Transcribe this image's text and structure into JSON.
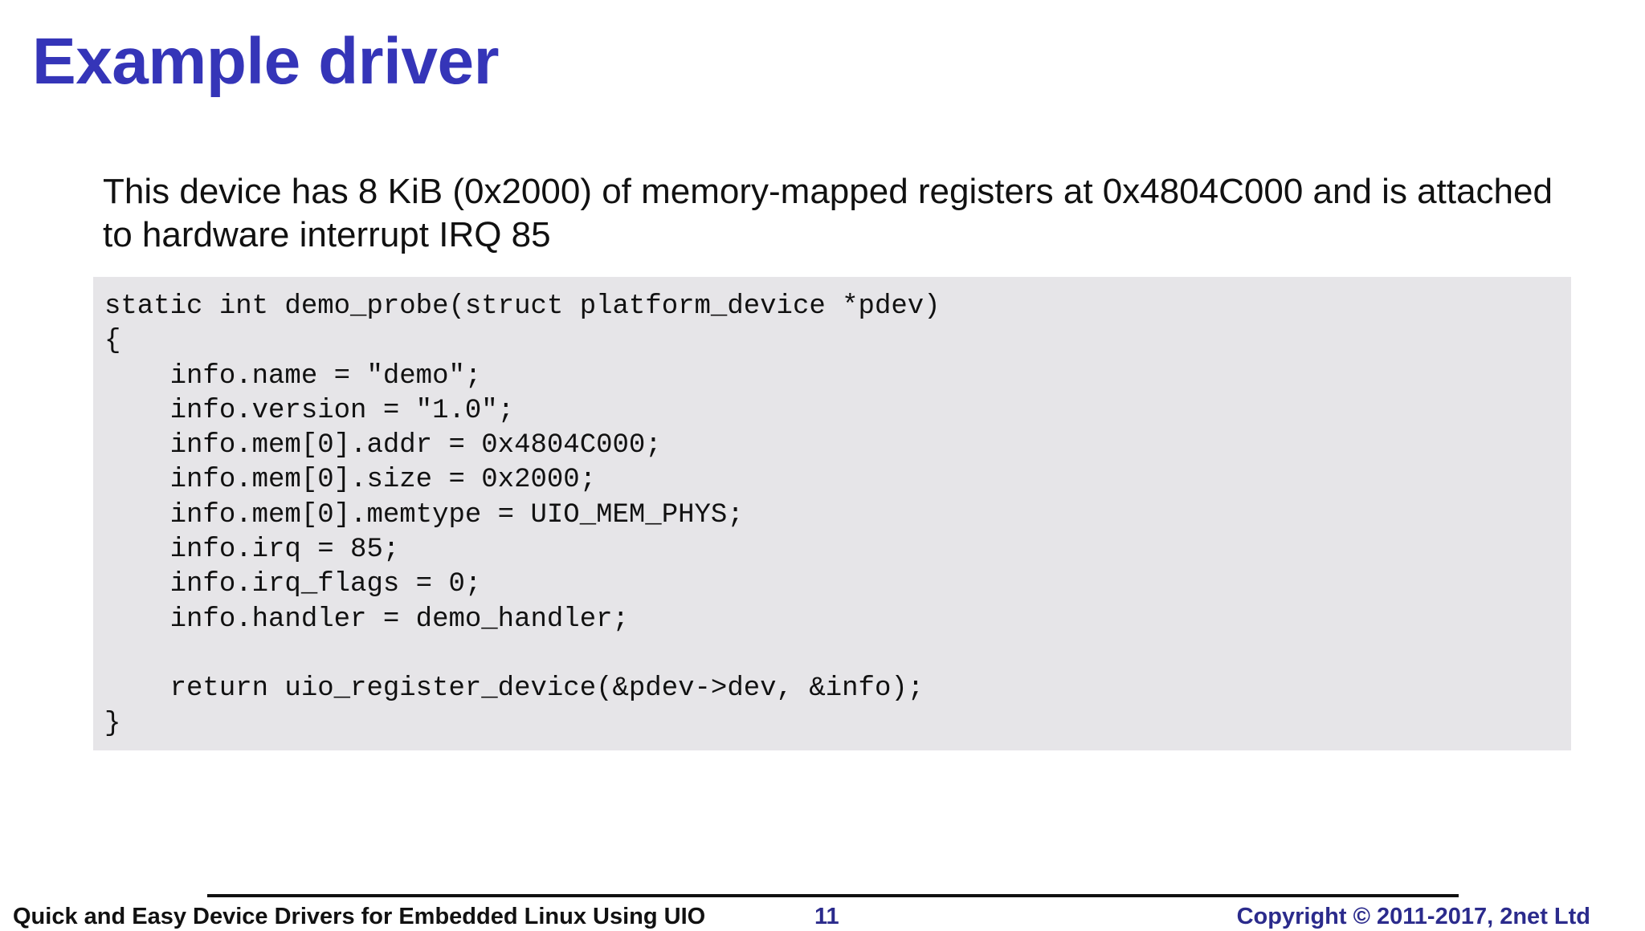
{
  "slide": {
    "title": "Example driver",
    "intro": "This device has 8 KiB (0x2000) of memory-mapped registers at 0x4804C000 and is attached to hardware interrupt IRQ 85",
    "code_lines": [
      "static int demo_probe(struct platform_device *pdev)",
      "{",
      "    info.name = \"demo\";",
      "    info.version = \"1.0\";",
      "    info.mem[0].addr = 0x4804C000;",
      "    info.mem[0].size = 0x2000;",
      "    info.mem[0].memtype = UIO_MEM_PHYS;",
      "    info.irq = 85;",
      "    info.irq_flags = 0;",
      "    info.handler = demo_handler;",
      "",
      "    return uio_register_device(&pdev->dev, &info);",
      "}"
    ]
  },
  "footer": {
    "left": "Quick and Easy Device Drivers for Embedded Linux Using UIO",
    "page": "11",
    "right": "Copyright © 2011-2017, 2net Ltd"
  },
  "colors": {
    "title": "#3535b8",
    "code_background": "#e6e5e8",
    "footer_accent": "#2b2b8c"
  }
}
